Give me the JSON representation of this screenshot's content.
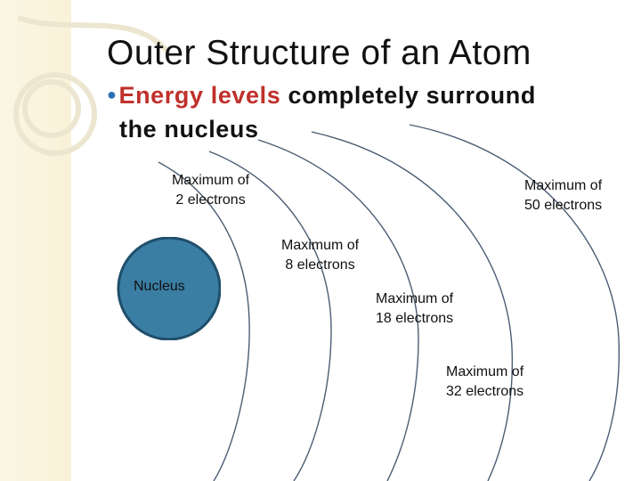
{
  "slide": {
    "title": "Outer Structure of an Atom",
    "bullet": {
      "highlight": "Energy levels",
      "rest_line1": " completely surround",
      "line2": "the nucleus"
    },
    "nucleus_label": "Nucleus",
    "shell_labels": [
      {
        "line1": "Maximum of",
        "line2": "2 electrons"
      },
      {
        "line1": "Maximum of",
        "line2": "8 electrons"
      },
      {
        "line1": "Maximum of",
        "line2": "18 electrons"
      },
      {
        "line1": "Maximum of",
        "line2": "32 electrons"
      },
      {
        "line1": "Maximum of",
        "line2": "50 electrons"
      }
    ]
  },
  "colors": {
    "nucleus_fill": "#3a7ea4",
    "nucleus_stroke": "#1f4f6b",
    "arc_stroke": "#4b5d73",
    "highlight_text": "#c0312b",
    "bullet_dot": "#2a6fb4",
    "sidebar_bg": "#fbf6e3"
  }
}
